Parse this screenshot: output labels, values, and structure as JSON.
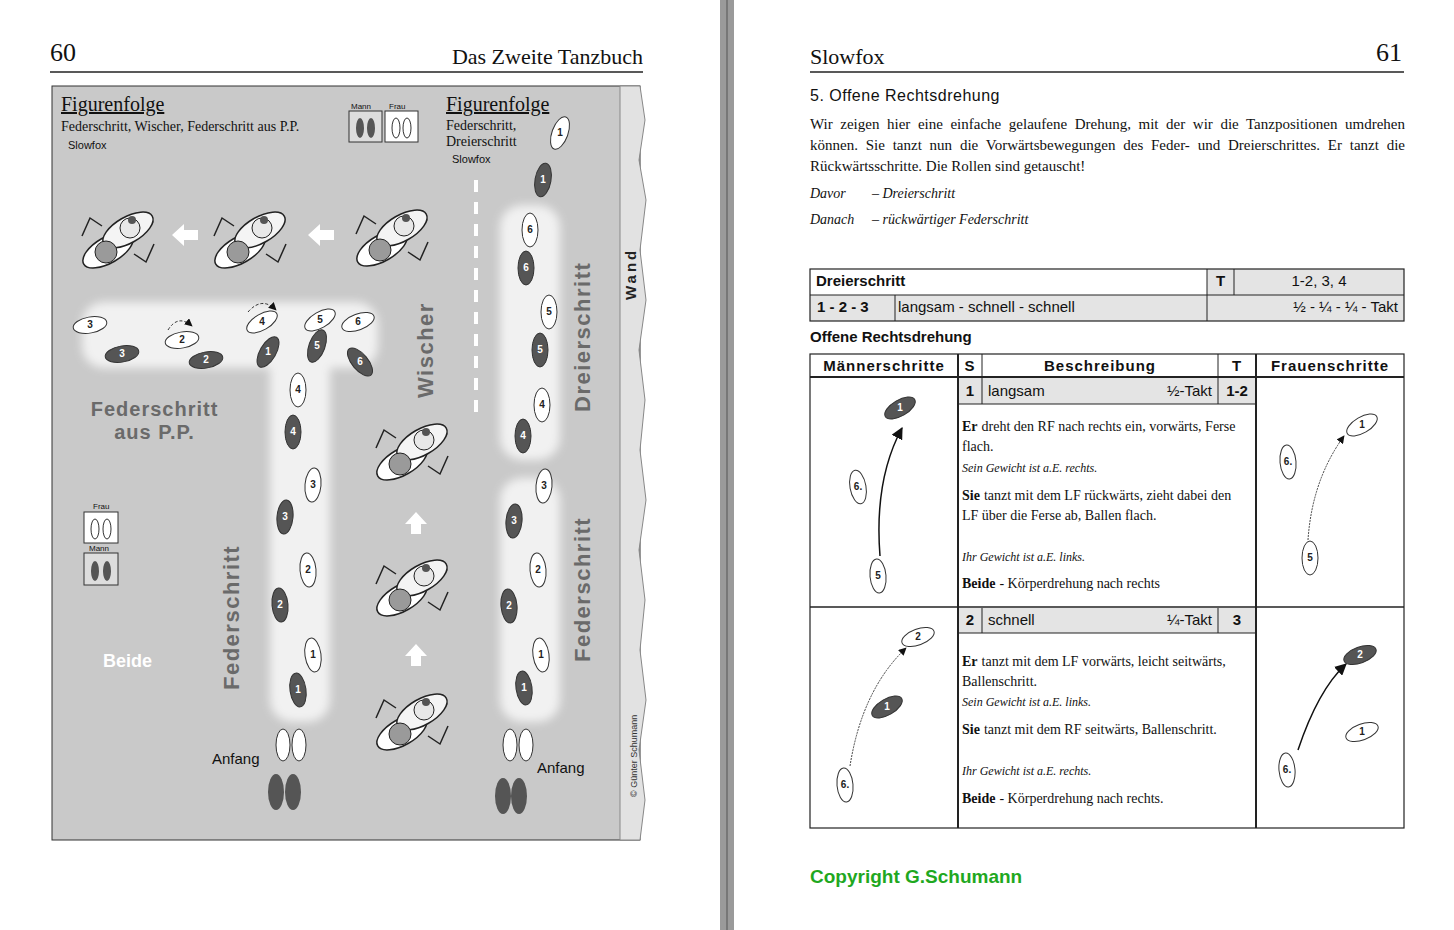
{
  "diagram": {
    "labels": [
      "60",
      "Das Zweite Tanzbuch",
      "Slowfox",
      "61",
      "Figurenfolge",
      "Federschritt, Wischer, Federschritt aus P.P.",
      "Slowfox",
      "Mann",
      "Frau",
      "Figurenfolge",
      "Federschritt, Dreierschritt",
      "Slowfox",
      "Wand",
      "Wischer",
      "Dreierschritt",
      "Federschritt aus P.P.",
      "Frau",
      "Mann",
      "Beide",
      "Federschritt",
      "Federschritt",
      "Anfang",
      "Anfang",
      "© Günter Schumann",
      "1",
      "1",
      "2",
      "2",
      "3",
      "3",
      "4",
      "4",
      "1",
      "5",
      "6",
      "5",
      "6",
      "4",
      "2",
      "3",
      "3",
      "2",
      "1",
      "1",
      "2",
      "2",
      "3",
      "3",
      "4",
      "4",
      "5",
      "5",
      "6",
      "6",
      "1",
      "1",
      "5. Offene Rechtsdrehung",
      "Wir zeigen hier eine einfache gelaufene Drehung, mit der wir die Tanzpositionen umdrehen können. Sie tanzt nun die Vorwärtsbewegungen des Feder- und Dreierschrittes. Er tanzt die Rückwärtsschritte. Die Rollen sind getauscht!",
      "Davor",
      "– Dreierschritt",
      "Danach",
      "– rückwärtiger Federschritt",
      "Dreierschritt",
      "T",
      "1-2, 3, 4",
      "1 - 2 - 3",
      "langsam - schnell - schnell",
      "½ - ¼ - ¼ - Takt",
      "Offene Rechtsdrehung",
      "Männerschritte",
      "S",
      "Beschreibung",
      "T",
      "Frauenschritte",
      "1",
      "langsam",
      "½-Takt",
      "1-2",
      "Er",
      "dreht den RF nach rechts ein, vorwärts, Ferse flach.",
      "Sein Gewicht ist a.E. rechts.",
      "Sie",
      "tanzt mit dem LF rückwärts, zieht dabei den LF über die Ferse ab, Ballen flach.",
      "Ihr Gewicht ist a.E. links.",
      "Beide",
      "- Körperdrehung nach rechts",
      "2",
      "schnell",
      "¼-Takt",
      "3",
      "Er",
      "tanzt mit dem LF vorwärts, leicht seitwärts, Ballenschritt.",
      "Sein Gewicht ist a.E. links.",
      "Sie",
      "tanzt mit dem RF seitwärts, Ballenschritt.",
      "Ihr Gewicht ist a.E. rechts.",
      "Beide",
      "- Körperdrehung nach rechts.",
      "1",
      "6.",
      "5",
      "1",
      "6.",
      "5",
      "2",
      "1",
      "6.",
      "2",
      "1",
      "6.",
      "Copyright G.Schumann"
    ]
  }
}
